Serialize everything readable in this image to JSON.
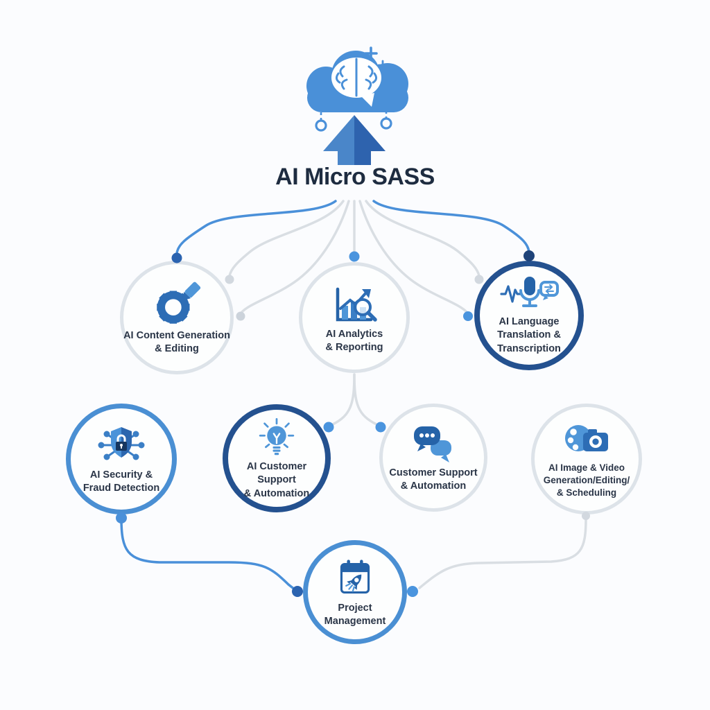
{
  "title": "AI Micro SASS",
  "logo": {
    "cloud_icon": "cloud-brain-icon",
    "arrow_icon": "up-arrow-icon",
    "sparkle_icon": "plus-sparkle-icon",
    "hanging_ring_icon": "hanging-ring-icon"
  },
  "colors": {
    "background": "#fbfcfe",
    "title_text": "#1e2c40",
    "node_text": "#2a3547",
    "blue_connector": "#4a90d9",
    "gray_connector": "#d9dee3",
    "dark_navy_border": "#24518f",
    "medium_blue_border": "#4a8fd3",
    "light_gray_border": "#dde3e9",
    "icon_blue_dark": "#2563a8",
    "icon_blue_light": "#4f96d8",
    "dot_dark_blue": "#2b63b0",
    "dot_blue": "#4a94de",
    "dot_gray": "#d2d8df"
  },
  "nodes": [
    {
      "id": "content",
      "icon": "gear-pen-icon",
      "border": "light-gray",
      "lines": [
        "AI Content Generation",
        "& Editing"
      ]
    },
    {
      "id": "analytics",
      "icon": "analytics-chart-icon",
      "border": "light-gray",
      "lines": [
        "AI Analytics",
        "& Reporting"
      ]
    },
    {
      "id": "language",
      "icon": "waveform-mic-chat-icon",
      "border": "dark-navy",
      "lines": [
        "AI Language",
        "Translation &",
        "Transcription"
      ]
    },
    {
      "id": "security",
      "icon": "shield-lock-icon",
      "border": "medium-blue",
      "lines": [
        "AI Security &",
        "Fraud Detection"
      ]
    },
    {
      "id": "ai-customer",
      "icon": "lightbulb-icon",
      "border": "dark-navy",
      "lines": [
        "AI Customer",
        "Support",
        "& Automation"
      ]
    },
    {
      "id": "customer",
      "icon": "chat-bubbles-icon",
      "border": "light-gray",
      "lines": [
        "Customer Support",
        "& Automation"
      ]
    },
    {
      "id": "image-video",
      "icon": "palette-camera-icon",
      "border": "light-gray",
      "lines": [
        "AI Image & Video",
        "Generation/Editing/",
        "& Scheduling"
      ]
    },
    {
      "id": "project",
      "icon": "calendar-rocket-icon",
      "border": "medium-blue",
      "lines": [
        "Project",
        "Management"
      ]
    }
  ],
  "connections": [
    {
      "from": "title",
      "to": "content",
      "style": "blue"
    },
    {
      "from": "title",
      "to": "content-right",
      "style": "gray"
    },
    {
      "from": "title",
      "to": "floating-left",
      "style": "gray"
    },
    {
      "from": "title",
      "to": "analytics",
      "style": "gray"
    },
    {
      "from": "title",
      "to": "floating-right",
      "style": "gray"
    },
    {
      "from": "title",
      "to": "language-left",
      "style": "gray"
    },
    {
      "from": "title",
      "to": "language",
      "style": "blue"
    },
    {
      "from": "analytics",
      "to": "ai-customer",
      "style": "gray"
    },
    {
      "from": "analytics",
      "to": "customer",
      "style": "gray"
    },
    {
      "from": "security",
      "to": "project",
      "style": "blue"
    },
    {
      "from": "image-video",
      "to": "project",
      "style": "gray"
    }
  ]
}
